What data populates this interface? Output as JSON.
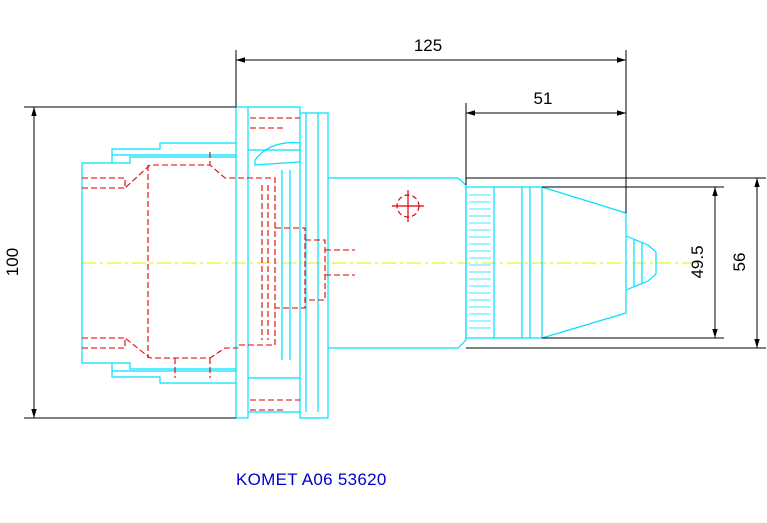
{
  "dimensions": {
    "overall_length": "125",
    "chuck_length": "51",
    "flange_diameter": "100",
    "chuck_diameter_inner": "49.5",
    "chuck_diameter_outer": "56"
  },
  "caption": "KOMET A06 53620",
  "colors": {
    "outline": "#00e0ff",
    "hidden": "#e00000",
    "centerline": "#e8e800",
    "dimension": "#000000",
    "caption": "#0000cc"
  }
}
